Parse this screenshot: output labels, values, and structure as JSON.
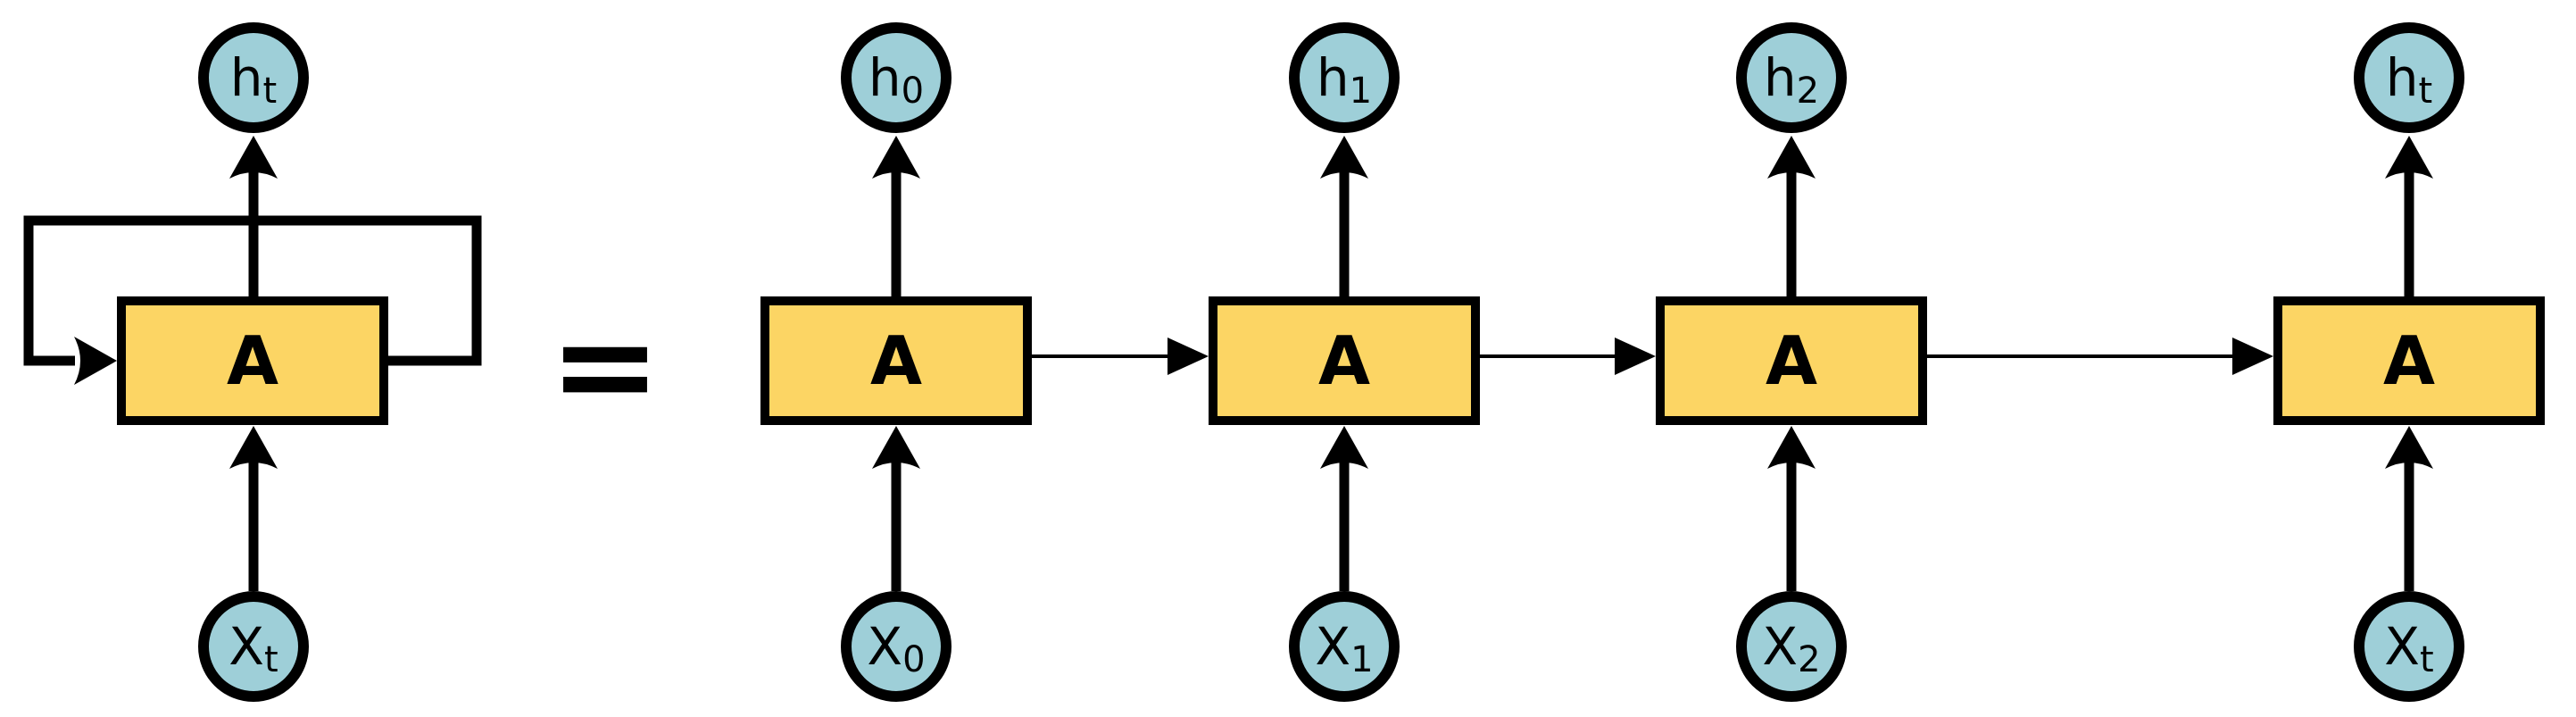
{
  "colors": {
    "node_fill": "#9ECFD8",
    "box_fill": "#FCD564",
    "line_color": "#000000",
    "bg_color": "#FFFFFF"
  },
  "equals_label": "=",
  "rolled": {
    "box_label": "A",
    "output_main": "h",
    "output_sub": "t",
    "input_main": "X",
    "input_sub": "t"
  },
  "unrolled": [
    {
      "box_label": "A",
      "output_main": "h",
      "output_sub": "0",
      "input_main": "X",
      "input_sub": "0"
    },
    {
      "box_label": "A",
      "output_main": "h",
      "output_sub": "1",
      "input_main": "X",
      "input_sub": "1"
    },
    {
      "box_label": "A",
      "output_main": "h",
      "output_sub": "2",
      "input_main": "X",
      "input_sub": "2"
    },
    {
      "box_label": "A",
      "output_main": "h",
      "output_sub": "t",
      "input_main": "X",
      "input_sub": "t"
    }
  ]
}
